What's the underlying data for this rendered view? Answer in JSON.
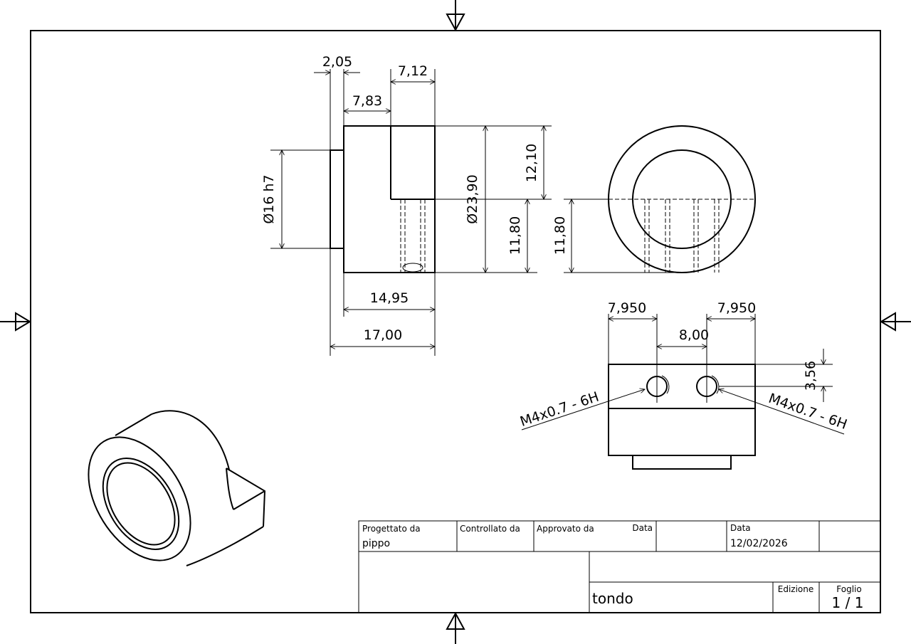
{
  "dimensions": {
    "d_2_05": "2,05",
    "d_7_12": "7,12",
    "d_7_83": "7,83",
    "d_16h7": "Ø16 h7",
    "d_23_90": "Ø23,90",
    "d_12_10": "12,10",
    "d_11_80_a": "11,80",
    "d_11_80_b": "11,80",
    "d_14_95": "14,95",
    "d_17_00": "17,00",
    "d_7_950_left": "7,950",
    "d_7_950_right": "7,950",
    "d_8_00": "8,00",
    "d_3_56": "3,56",
    "thread_left": "M4x0.7 - 6H",
    "thread_right": "M4x0.7 - 6H"
  },
  "title_block": {
    "designed_by_label": "Progettato da",
    "designed_by_value": "pippo",
    "checked_by_label": "Controllato da",
    "approved_by_label": "Approvato da",
    "date_label_1": "Data",
    "date_label_2": "Data",
    "date_value": "12/02/2026",
    "title": "tondo",
    "edition_label": "Edizione",
    "sheet_label": "Foglio",
    "sheet_value": "1 / 1"
  }
}
